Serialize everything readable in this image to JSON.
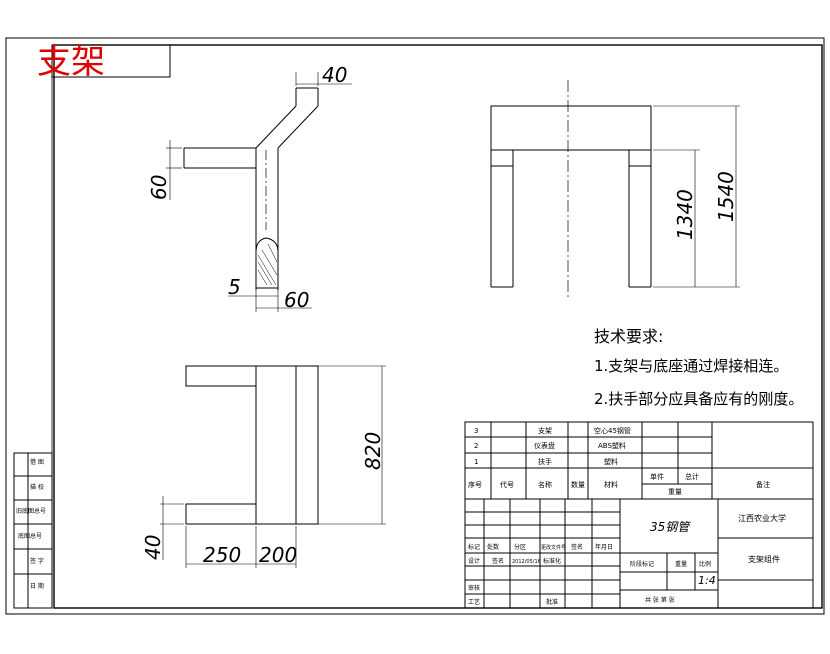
{
  "drawing_title": "支架",
  "dimensions": {
    "top_width": "40",
    "left_height": "60",
    "bottom_thickness": "5",
    "bottom_width": "60",
    "height_inner": "1340",
    "height_outer": "1540",
    "height_side": "820",
    "base_height": "40",
    "length_a": "250",
    "length_b": "200"
  },
  "tech_requirements": {
    "heading": "技术要求:",
    "item1": "1.支架与底座通过焊接相连。",
    "item2": "2.扶手部分应具备应有的刚度。"
  },
  "left_strip": [
    "借 图",
    "描 校",
    "旧底图总号",
    "底图总号",
    "签 字",
    "日 期"
  ],
  "bom": {
    "rows": [
      {
        "no": "3",
        "code": "",
        "name": "支架",
        "qty": "",
        "material": "空心45钢管"
      },
      {
        "no": "2",
        "code": "",
        "name": "仪表盘",
        "qty": "",
        "material": "ABS塑料"
      },
      {
        "no": "1",
        "code": "",
        "name": "扶手",
        "qty": "",
        "material": "塑料"
      }
    ],
    "header": {
      "no": "序号",
      "code": "代号",
      "name": "名称",
      "qty": "数量",
      "material": "材料",
      "unit": "单件",
      "total": "总计",
      "weight": "重量",
      "remark": "备注"
    }
  },
  "title_block": {
    "material": "35钢管",
    "school": "江西农业大学",
    "drawing_name": "支架组件",
    "change_row": [
      "标记",
      "处数",
      "分区",
      "更改文件号",
      "签名",
      "年月日"
    ],
    "designer": "设计",
    "designer_sig": "签名",
    "date": "2012/05/16",
    "standardization": "标准化",
    "stage_label": "阶段标记",
    "weight_label": "重量",
    "scale_label": "比例",
    "scale": "1:4",
    "review": "审核",
    "process": "工艺",
    "approve": "批准",
    "sheets": "共 张 第 张"
  }
}
